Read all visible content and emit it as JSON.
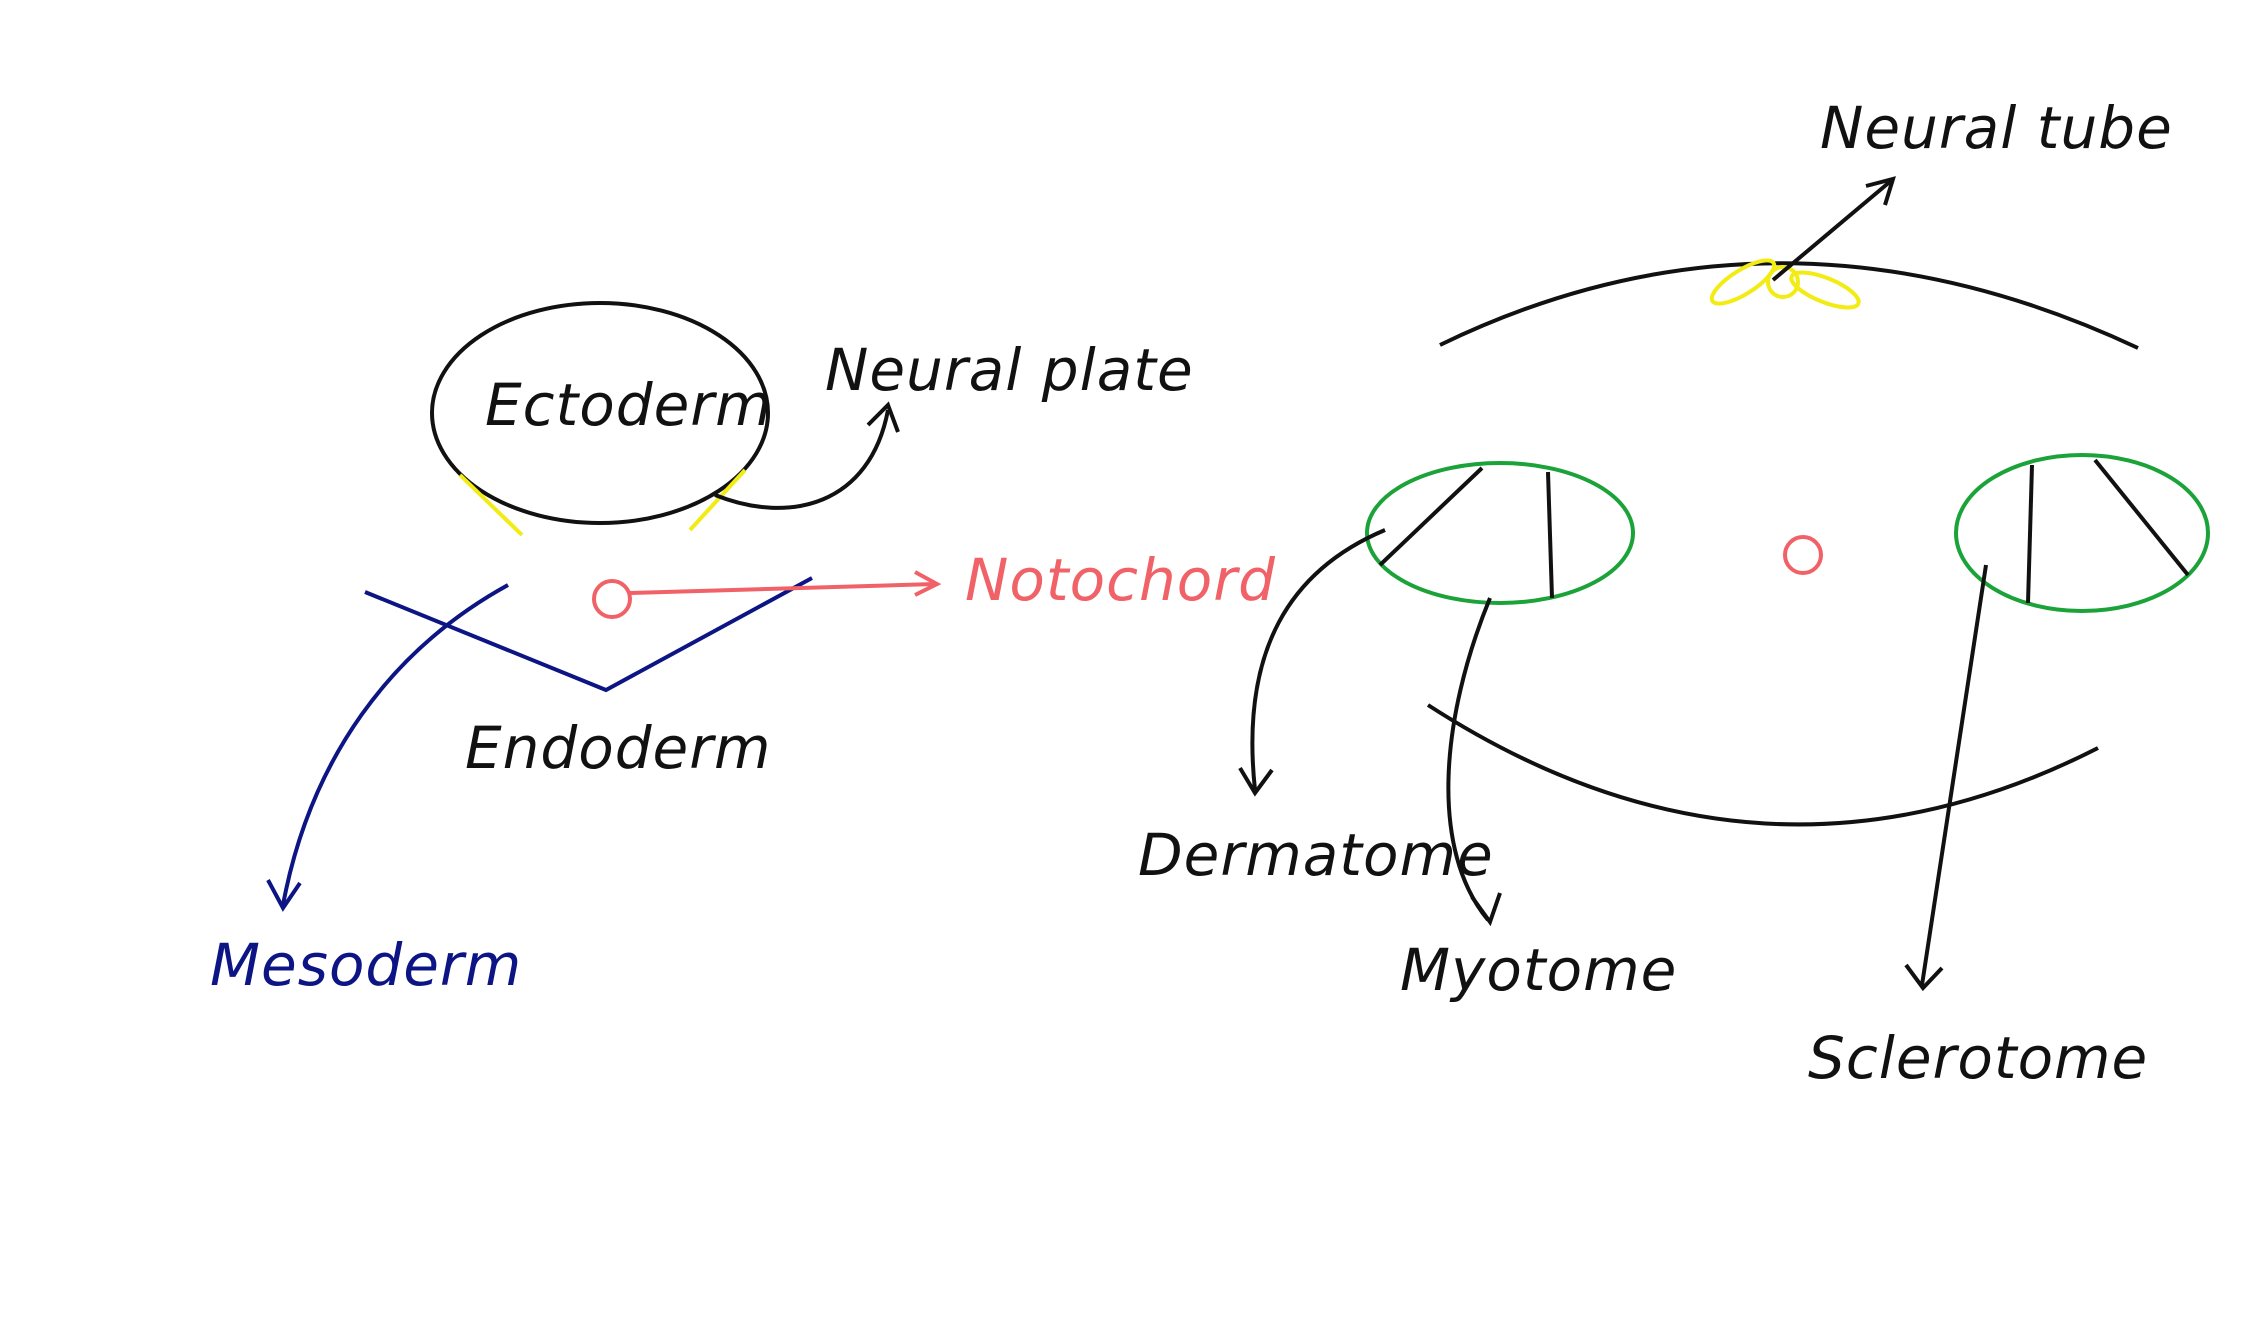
{
  "colors": {
    "ink": "#111111",
    "mesoderm": "#0d1585",
    "notochord": "#f06267",
    "neural": "#f2ec14",
    "somite": "#1ba33a"
  },
  "left_diagram": {
    "ectoderm_label": "Ectoderm",
    "neural_plate_label": "Neural plate",
    "notochord_label": "Notochord",
    "endoderm_label": "Endoderm",
    "mesoderm_label": "Mesoderm"
  },
  "right_diagram": {
    "neural_tube_label": "Neural tube",
    "dermatome_label": "Dermatome",
    "myotome_label": "Myotome",
    "sclerotome_label": "Sclerotome"
  }
}
